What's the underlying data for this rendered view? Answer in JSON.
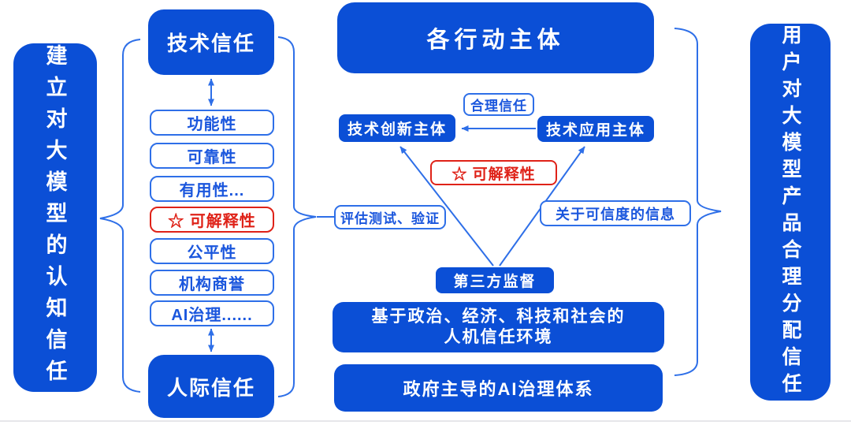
{
  "colors": {
    "primary_blue": "#0b4fd6",
    "outline_blue": "#2e6fe8",
    "text_blue": "#1a56dd",
    "accent_red": "#df2218",
    "divider_gray": "#e6e6ea"
  },
  "left_panel": {
    "label": "建立对大模型的认知信任"
  },
  "right_panel": {
    "label": "用户对大模型产品合理分配信任"
  },
  "trust_column": {
    "top_label": "技术信任",
    "bottom_label": "人际信任",
    "items": [
      {
        "label": "功能性"
      },
      {
        "label": "可靠性"
      },
      {
        "label": "有用性..."
      },
      {
        "label": "☆ 可解释性"
      },
      {
        "label": "公平性"
      },
      {
        "label": "机构商誉"
      },
      {
        "label": "AI治理......"
      }
    ]
  },
  "center": {
    "actors_label": "各行动主体",
    "rational_trust_label": "合理信任",
    "innovation_label": "技术创新主体",
    "application_label": "技术应用主体",
    "explainability_label": "☆ 可解释性",
    "evaluation_label": "评估测试、验证",
    "credibility_info_label": "关于可信度的信息",
    "third_party_label": "第三方监督",
    "environment_line1": "基于政治、经济、科技和社会的",
    "environment_line2": "人机信任环境",
    "governance_label": "政府主导的AI治理体系"
  }
}
